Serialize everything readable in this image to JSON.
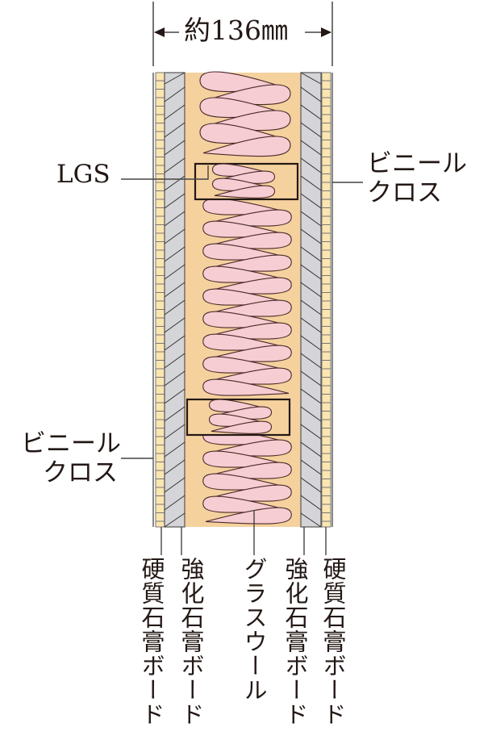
{
  "dimension": {
    "label": "約136㎜"
  },
  "labels": {
    "lgs": "LGS",
    "vinyl_right": [
      "ビニール",
      "クロス"
    ],
    "vinyl_left": [
      "ビニール",
      "クロス"
    ]
  },
  "layers": [
    {
      "name": "硬質石膏ボード"
    },
    {
      "name": "強化石膏ボード"
    },
    {
      "name": "グラスウール"
    },
    {
      "name": "強化石膏ボード"
    },
    {
      "name": "硬質石膏ボード"
    }
  ],
  "colors": {
    "cavity": "#f5d19e",
    "wool": "#f6cdd2",
    "gypsum": "#d5d4d8",
    "hard_board": "#fbe6b1",
    "line": "#231815"
  }
}
